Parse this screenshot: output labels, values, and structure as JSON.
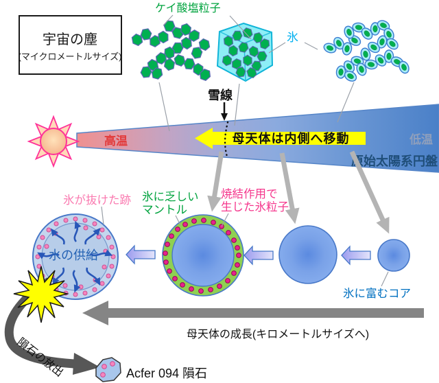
{
  "top": {
    "dust_box": {
      "line1": "宇宙の塵",
      "line2": "(マイクロメートルサイズ)"
    },
    "silicate_label": "ケイ酸塩粒子",
    "ice_label": "氷"
  },
  "disk": {
    "snow_line_label": "雪線",
    "hot_label": "高温",
    "cold_label": "低温",
    "disk_label": "原始太陽系円盤",
    "migration_label": "母天体は内側へ移動"
  },
  "stages": {
    "ice_rich_core_label": "氷に富むコア",
    "sintered_ice_line1": "焼結作用で",
    "sintered_ice_line2": "生じた氷粒子",
    "ice_poor_mantle_line1": "氷に乏しい",
    "ice_poor_mantle_line2": "マントル",
    "ice_escape_label": "氷が抜けた跡",
    "water_supply_label": "水の供給"
  },
  "bottom": {
    "growth_label": "母天体の成長(キロメートルサイズへ)",
    "ejection_label": "隕石の放出",
    "meteorite_label": "Acfer 094 隕石"
  },
  "colors": {
    "silicate_green": "#00b050",
    "ice_cyan": "#00b0f0",
    "label_green": "#00a33e",
    "label_pink_strong": "#f5368c",
    "label_pink_light": "#fa7ab0",
    "label_blue": "#0070c0",
    "disk_label_navy": "#1f4e79",
    "hot_red": "#e23b3b",
    "cold_gray": "#8f9fbc",
    "migration_yellow": "#ffff00",
    "growth_gray": "#858585"
  },
  "icons": {
    "sun": "sun-icon",
    "impact": "impact-burst-icon",
    "meteorite": "meteorite-icon"
  }
}
